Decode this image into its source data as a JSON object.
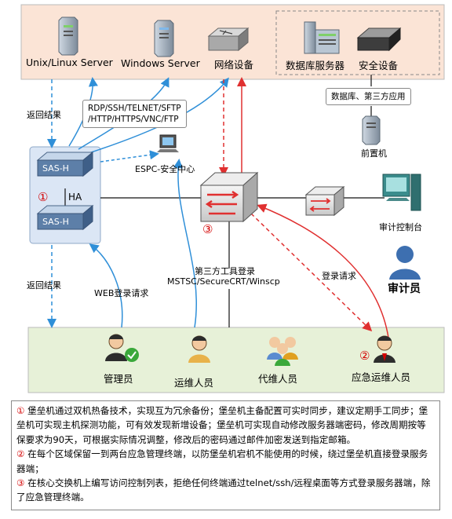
{
  "top_zone": {
    "unix_server": "Unix/Linux Server",
    "windows_server": "Windows Server",
    "network_device": "网络设备",
    "db_server": "数据库服务器",
    "security_device": "安全设备"
  },
  "apps_box": "数据库、第三方应用",
  "front_host": "前置机",
  "protocols_line1": "RDP/SSH/TELNET/SFTP",
  "protocols_line2": "/HTTP/HTTPS/VNC/FTP",
  "return_result_top": "返回结果",
  "return_result_bottom": "返回结果",
  "sas_top": "SAS-H",
  "sas_bottom": "SAS-H",
  "ha_label": "HA",
  "marker_1": "①",
  "marker_2": "②",
  "marker_3": "③",
  "espc_center": "ESPC-安全中心",
  "audit_console": "审计控制台",
  "auditor": "审计员",
  "third_party_tools_line1": "第三方工具登录",
  "third_party_tools_line2": "MSTSC/SecureCRT/Winscp",
  "login_request": "登录请求",
  "web_login_request": "WEB登录请求",
  "users": {
    "admin": "管理员",
    "ops": "运维人员",
    "proxy_ops": "代维人员",
    "emergency_ops": "应急运维人员"
  },
  "notes": {
    "n1_num": "①",
    "n1_text": "堡垒机通过双机热备技术，实现互为冗余备份；堡垒机主备配置可实时同步，建议定期手工同步；堡垒机可实现主机探测功能，可有效发现新增设备；堡垒机可实现自动修改服务器端密码，修改周期按等保要求为90天，可根据实际情况调整，修改后的密码通过邮件加密发送到指定邮箱。",
    "n2_num": "②",
    "n2_text": "在每个区域保留一到两台应急管理终端，以防堡垒机宕机不能使用的时候，绕过堡垒机直接登录服务器端；",
    "n3_num": "③",
    "n3_text": "在核心交换机上编写访问控制列表，拒绝任何终端通过telnet/ssh/远程桌面等方式登录服务器端，除了应急管理终端。"
  },
  "colors": {
    "top_zone_fill": "#fbe4d6",
    "bottom_zone_fill": "#e7f1d8",
    "blue_arrow": "#2f8fd8",
    "red_arrow": "#e03030",
    "marker_red": "#d40000"
  }
}
